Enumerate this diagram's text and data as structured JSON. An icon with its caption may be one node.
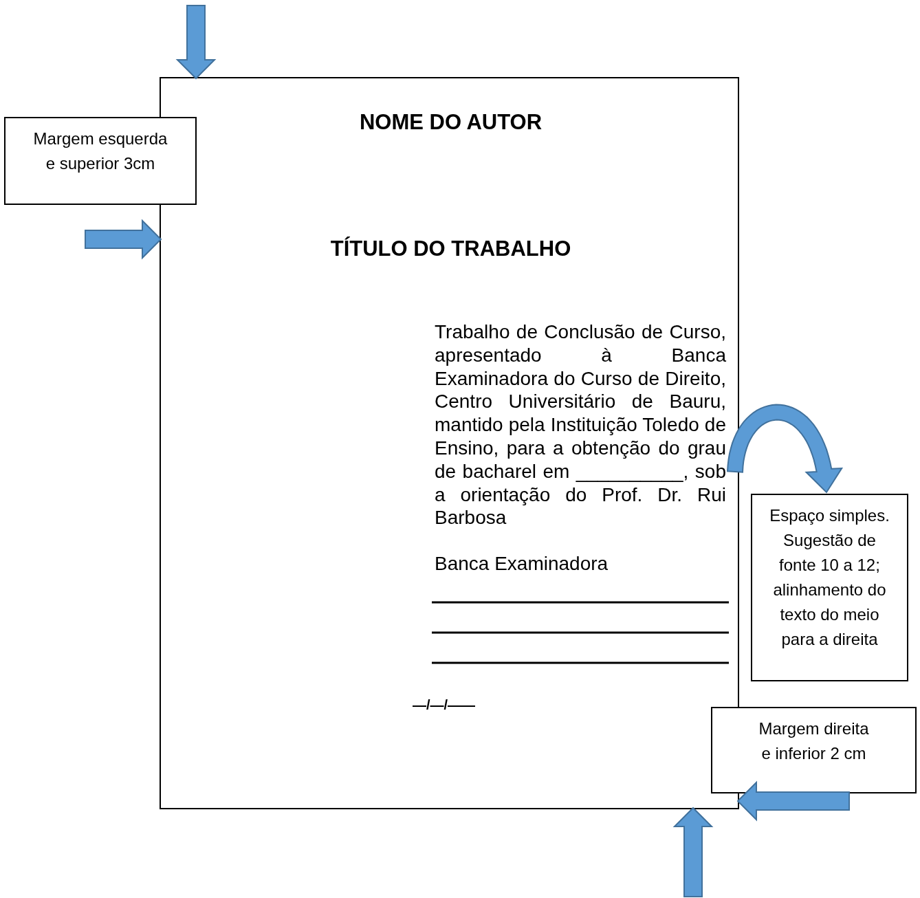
{
  "diagram": {
    "nodes": [
      {
        "text": [
          "NOME DO AUTOR",
          "TÍTULO DO TRABALHO",
          "Trabalho de Conclusão de Curso, apresentado à Banca Examinadora do Curso de Direito, Centro Universitário de Bauru, mantido pela Instituição Toledo de Ensino, para a obtenção do grau de bacharel em __________, sob a orientação do Prof. Dr. Rui Barbosa",
          "Banca Examinadora",
          "—/—/——"
        ]
      },
      {
        "text": [
          "Margem esquerda e superior 3cm"
        ]
      },
      {
        "text": [
          "Espaço simples. Sugestão de fonte 10 a 12; alinhamento do texto do meio para a direita"
        ]
      },
      {
        "text": [
          "Margem direita e inferior 2 cm"
        ]
      }
    ],
    "edges": [
      {
        "from": null,
        "to": 0,
        "arrow": "to",
        "style": "thick"
      },
      {
        "from": 1,
        "to": 0,
        "arrow": "to",
        "style": "thick"
      },
      {
        "from": 0,
        "to": 2,
        "arrow": "to",
        "style": "thick"
      },
      {
        "from": null,
        "to": 0,
        "arrow": "to",
        "style": "thick"
      },
      {
        "from": null,
        "to": 0,
        "arrow": "to",
        "style": "thick"
      }
    ]
  }
}
